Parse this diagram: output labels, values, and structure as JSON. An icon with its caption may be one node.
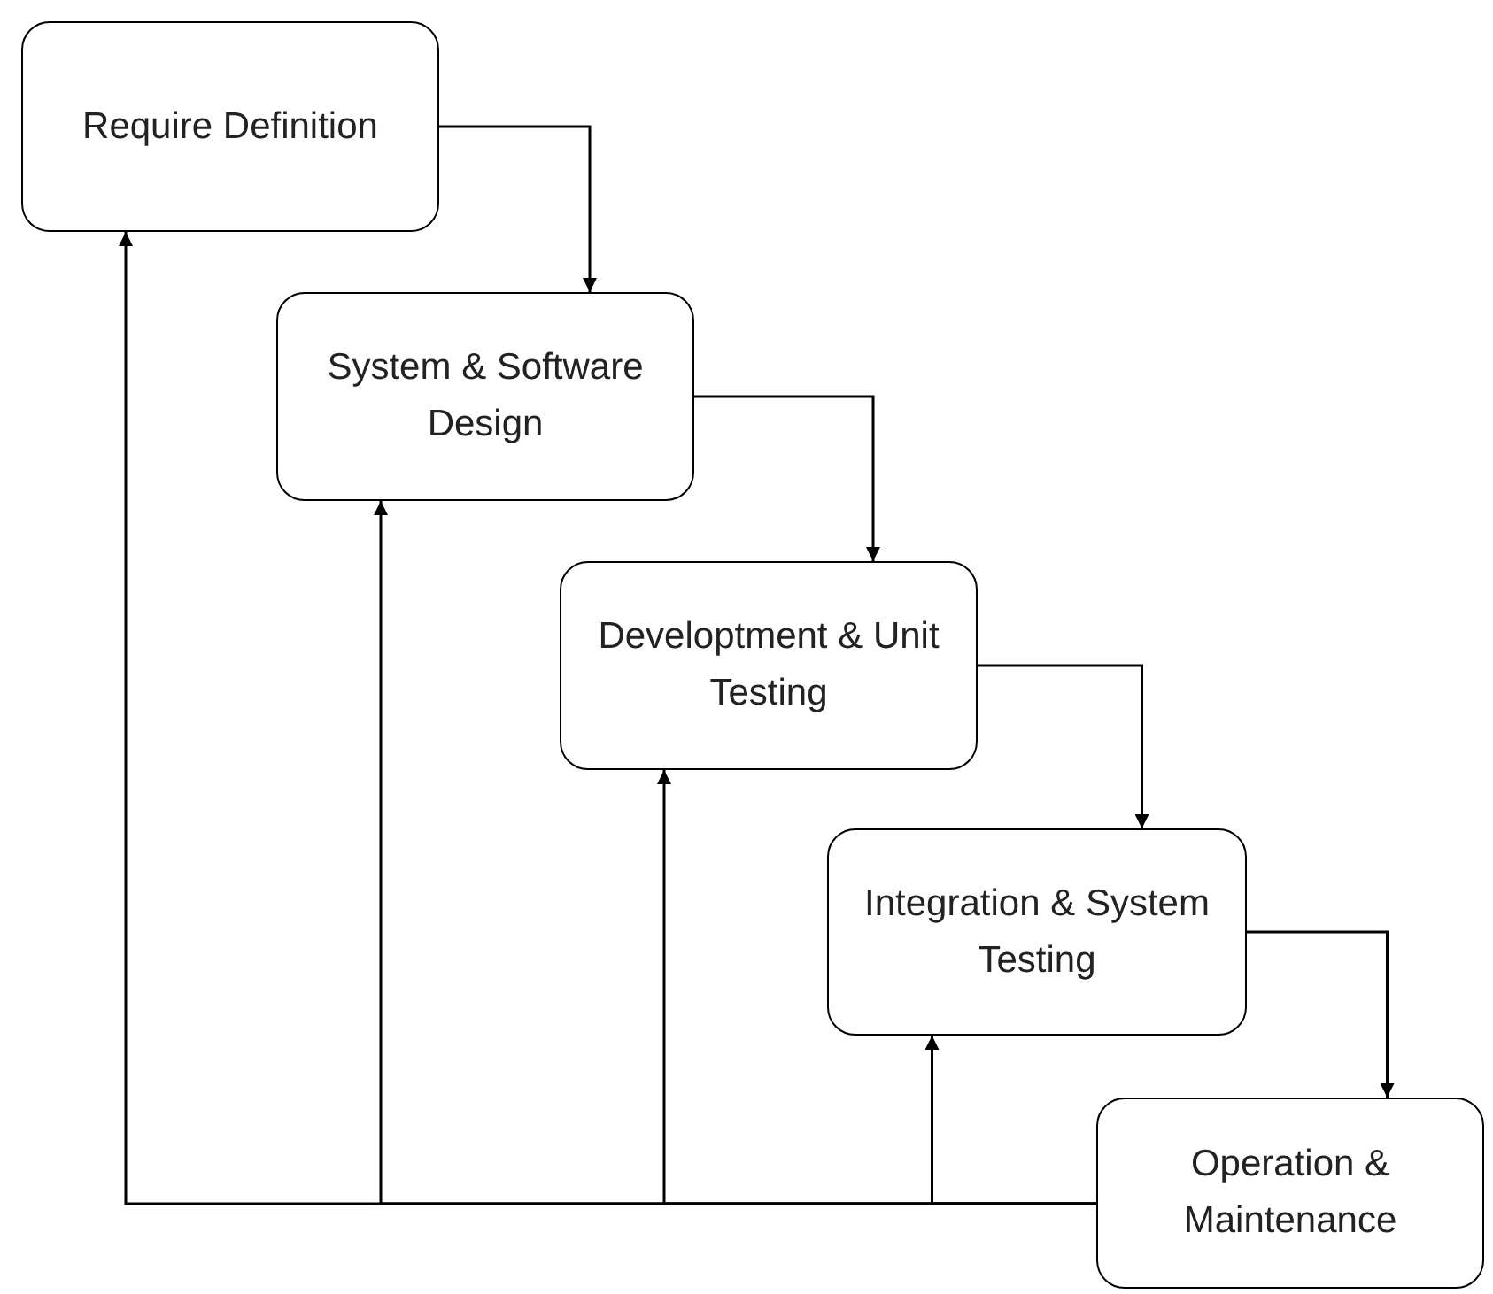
{
  "diagram": {
    "nodes": [
      {
        "text": [
          "Require Definition"
        ]
      },
      {
        "text": [
          "System & Software Design"
        ]
      },
      {
        "text": [
          "Developtment & Unit Testing"
        ]
      },
      {
        "text": [
          "Integration & System Testing"
        ]
      },
      {
        "text": [
          "Operation & Maintenance"
        ]
      }
    ],
    "edges": [
      {
        "from": 0,
        "to": 1,
        "arrow": "to"
      },
      {
        "from": 1,
        "to": 2,
        "arrow": "to"
      },
      {
        "from": 2,
        "to": 3,
        "arrow": "to"
      },
      {
        "from": 3,
        "to": 4,
        "arrow": "to"
      },
      {
        "from": 4,
        "to": 0,
        "arrow": "to"
      },
      {
        "from": 4,
        "to": 1,
        "arrow": "to"
      },
      {
        "from": 4,
        "to": 2,
        "arrow": "to"
      },
      {
        "from": 4,
        "to": 3,
        "arrow": "to"
      }
    ]
  }
}
